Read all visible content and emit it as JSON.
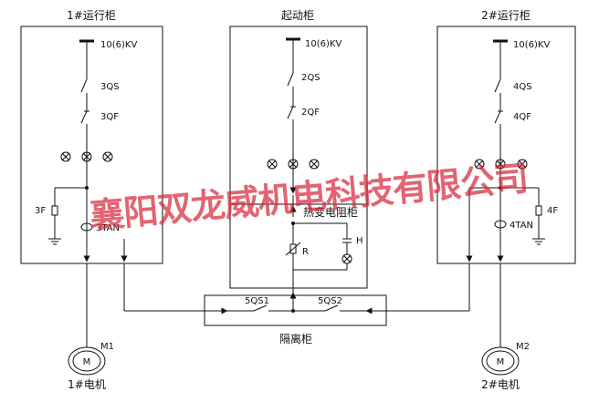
{
  "cabinets": {
    "run1": {
      "title": "1#运行柜",
      "voltage": "10(6)KV",
      "switch": "3QS",
      "breaker": "3QF",
      "arrester": "3F",
      "ct": "3TAN"
    },
    "start": {
      "title": "起动柜",
      "voltage": "10(6)KV",
      "switch": "2QS",
      "breaker": "2QF"
    },
    "resistor": {
      "title": "热变电阻柜",
      "resistor": "R",
      "indicator": "H"
    },
    "run2": {
      "title": "2#运行柜",
      "voltage": "10(6)KV",
      "switch": "4QS",
      "breaker": "4QF",
      "arrester": "4F",
      "ct": "4TAN"
    },
    "isolation": {
      "title": "隔离柜",
      "switch1": "5QS1",
      "switch2": "5QS2"
    }
  },
  "motors": [
    {
      "tag": "M1",
      "symbol": "M",
      "caption": "1#电机"
    },
    {
      "tag": "M2",
      "symbol": "M",
      "caption": "2#电机"
    }
  ],
  "watermark": "襄阳双龙威机电科技有限公司",
  "colors": {
    "line": "#111111",
    "watermark": "#d8283c"
  }
}
